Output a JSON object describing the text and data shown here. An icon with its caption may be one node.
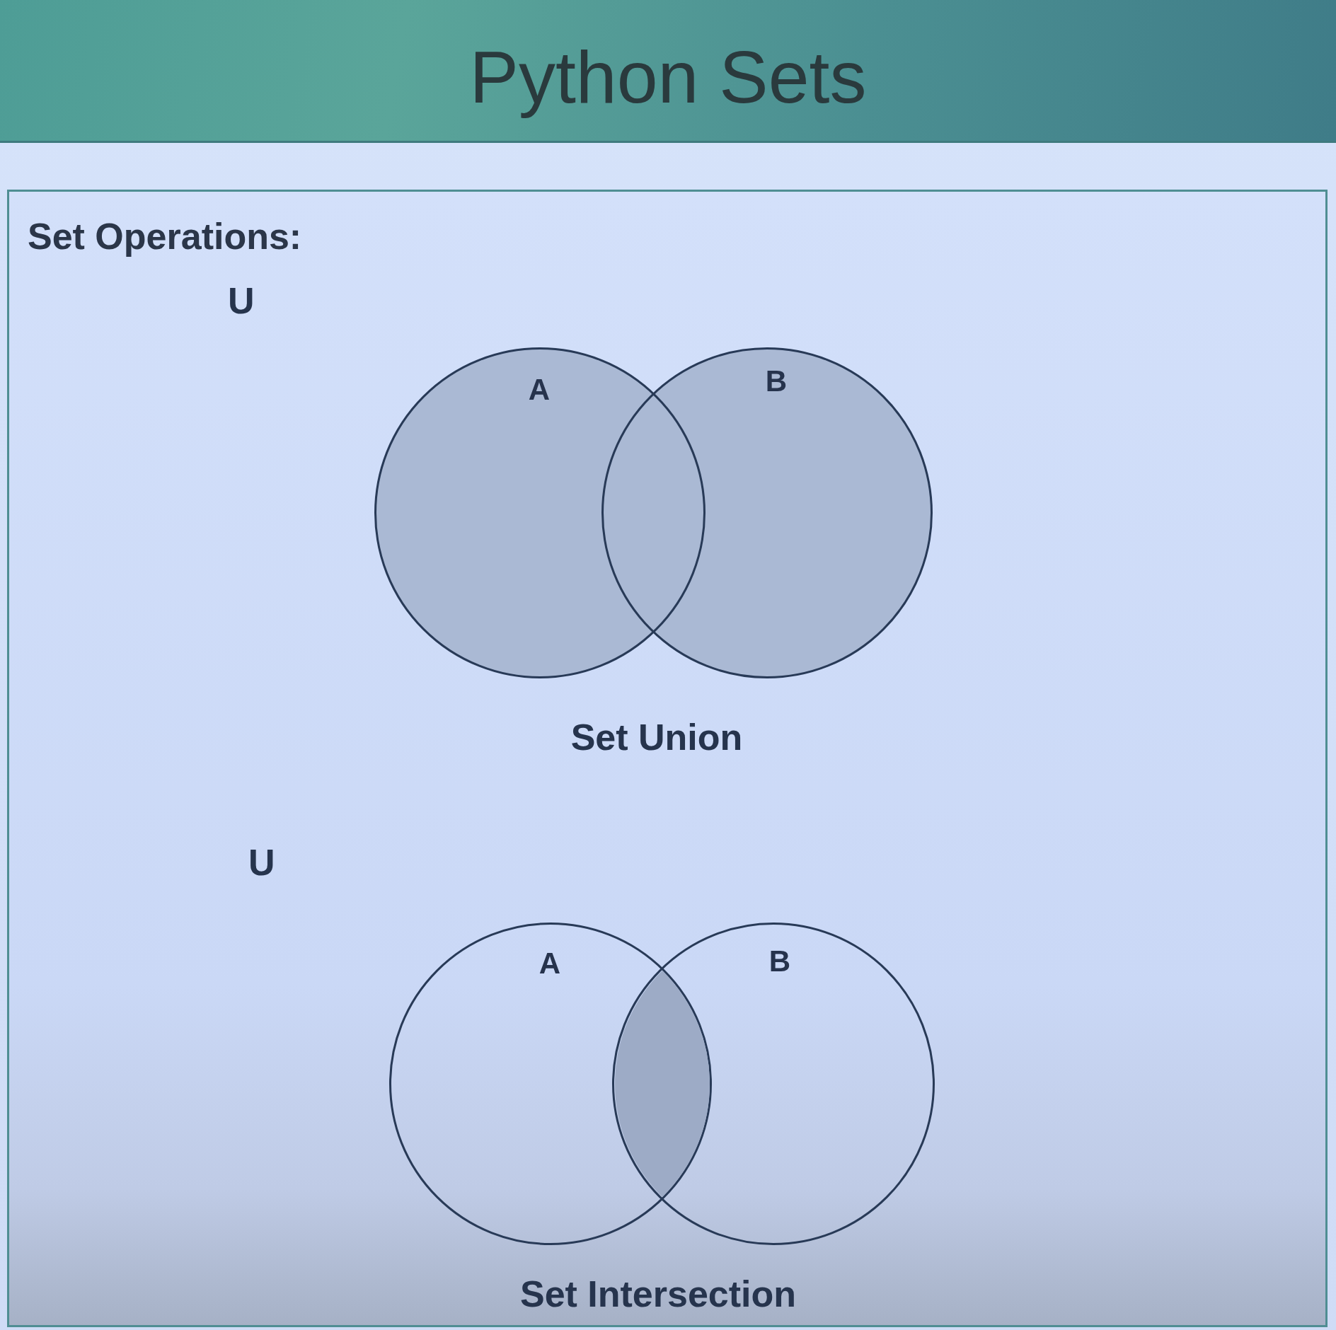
{
  "diagram": {
    "title": "Python Sets",
    "nodes": [
      {
        "text": [
          "Set Operations:"
        ]
      },
      {
        "text": [
          "A"
        ],
        "in": 0
      },
      {
        "text": [
          "B"
        ],
        "in": 0
      },
      {
        "text": [
          "A"
        ],
        "in": 0
      },
      {
        "text": [
          "B"
        ],
        "in": 0
      },
      {
        "text": [],
        "shape": "lens"
      }
    ],
    "labels": [
      "U",
      "Set Union",
      "U",
      "Set Intersection"
    ]
  }
}
